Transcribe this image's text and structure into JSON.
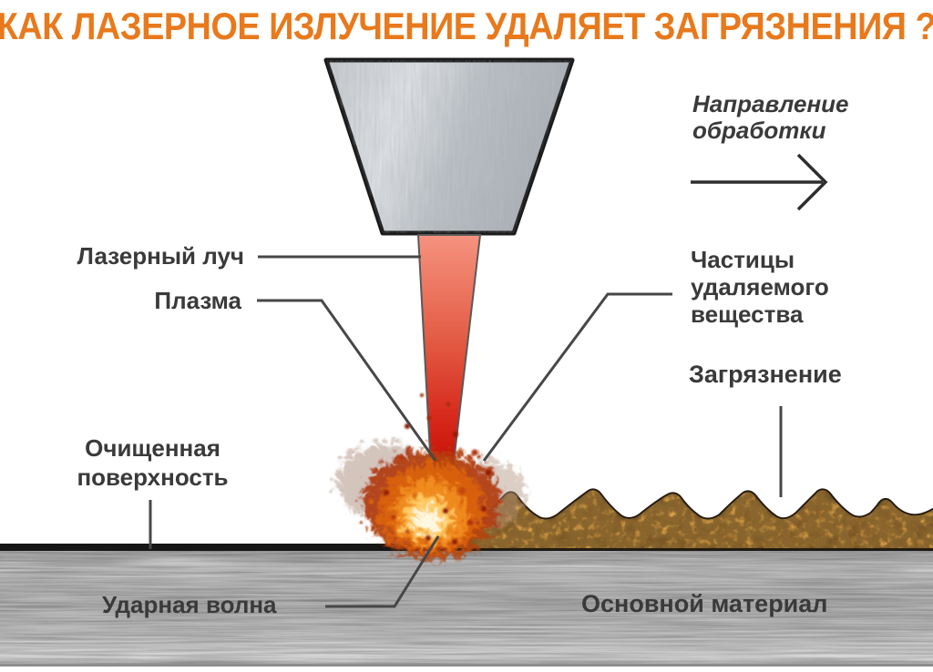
{
  "title": {
    "text": "КАК ЛАЗЕРНОЕ ИЗЛУЧЕНИЕ УДАЛЯЕТ ЗАГРЯЗНЕНИЯ ?",
    "color": "#E8791C"
  },
  "direction": {
    "label": "Направление обработки"
  },
  "callouts": {
    "laser_beam": "Лазерный луч",
    "plasma": "Плазма",
    "particles": "Частицы удаляемого вещества",
    "contamination": "Загрязнение",
    "cleaned_surface": "Очищенная поверхность",
    "shock_wave": "Ударная волна",
    "base_material": "Основной материал"
  },
  "colors": {
    "title_orange": "#E8791C",
    "label_gray": "#3A3A3A",
    "beam_top": "#F5937F",
    "beam_bottom": "#CE1509",
    "plasma_core": "#FFF8E0",
    "plasma_outer": "#B24010",
    "rust_brown": "#8A5220",
    "metal_gray": "#B5B5B5",
    "outline_dark": "#1B1B1B",
    "callout_line": "#474747"
  }
}
